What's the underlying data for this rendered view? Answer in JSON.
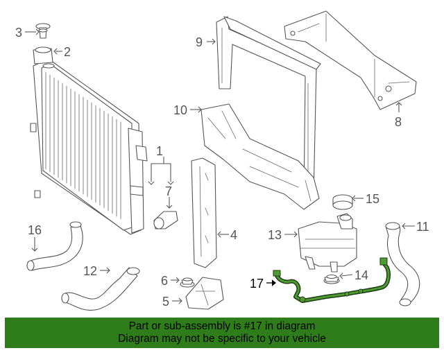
{
  "callouts": {
    "c1": "1",
    "c2": "2",
    "c3": "3",
    "c4": "4",
    "c5": "5",
    "c6": "6",
    "c7": "7",
    "c8": "8",
    "c9": "9",
    "c10": "10",
    "c11": "11",
    "c12": "12",
    "c13": "13",
    "c14": "14",
    "c15": "15",
    "c16": "16",
    "c17": "17"
  },
  "highlight": {
    "part_number": "17",
    "color": "#2e7d1a"
  },
  "banner": {
    "line1": "Part or sub-assembly is #17 in diagram",
    "line2": "Diagram may not be specific to your vehicle",
    "background": "#2e7d1a"
  }
}
